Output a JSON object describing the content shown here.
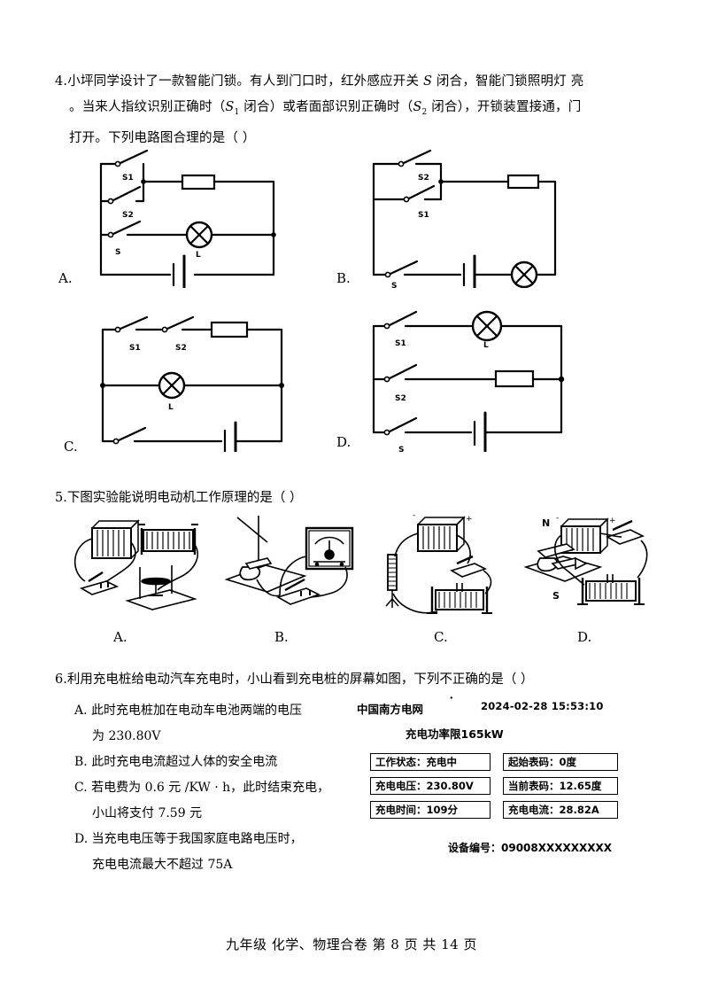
{
  "q4": {
    "number": "4.",
    "line1_a": "小坪同学设计了一款智能门锁。有人到门口时，红外感应开关 ",
    "line1_var": "S",
    "line1_b": " 闭合，智能门锁照明灯 亮",
    "line2_a": "。当来人指纹识别正确时（",
    "line2_v1": "S",
    "line2_v1sub": "1",
    "line2_b": " 闭合）或者面部识别正确时（",
    "line2_v2": "S",
    "line2_v2sub": "2",
    "line2_c": " 闭合），开锁装置接通，门",
    "line3": "打开。下列电路图合理的是（      ）",
    "options": [
      {
        "label": "A.",
        "switches": [
          "S1",
          "S2",
          "S"
        ],
        "lamp": "L"
      },
      {
        "label": "B.",
        "switches": [
          "S2",
          "S1",
          "S"
        ],
        "lamp": "L"
      },
      {
        "label": "C.",
        "switches": [
          "S1",
          "S2",
          "S"
        ],
        "lamp": "L"
      },
      {
        "label": "D.",
        "switches": [
          "S1",
          "S2",
          "S"
        ],
        "lamp": "L"
      }
    ]
  },
  "q5": {
    "number": "5.",
    "text": "下图实验能说明电动机工作原理的是（      ）",
    "options": [
      {
        "label": "A."
      },
      {
        "label": "B."
      },
      {
        "label": "C.",
        "plus": "+",
        "minus": "-"
      },
      {
        "label": "D.",
        "plus": "+",
        "minus": "-",
        "pole_n": "N",
        "pole_s": "S"
      }
    ]
  },
  "q6": {
    "number": "6.",
    "text_a": "利用充电桩给电动汽车充电时，小山看到充电桩的屏幕如图，下列",
    "text_emph": "不正确",
    "text_b": "的是（      ）",
    "options": [
      {
        "label": "A.",
        "line1": "此时充电桩加在电动车电池两端的电压",
        "line2": "为 230.80V"
      },
      {
        "label": "B.",
        "line1": "此时充电电流超过人体的安全电流",
        "line2": ""
      },
      {
        "label": "C.",
        "line1": "若电费为 0.6 元 /KW · h，此时结束充电，",
        "line2": "小山将支付 7.59 元"
      },
      {
        "label": "D.",
        "line1": "当充电电压等于我国家庭电路电压时，",
        "line2": "充电电流最大不超过 75A"
      }
    ]
  },
  "screen": {
    "brand": "中国南方电网",
    "timestamp": "2024-02-28  15:53:10",
    "power_limit": "充电功率限165kW",
    "fields": [
      {
        "label": "工作状态：",
        "value": "充电中"
      },
      {
        "label": "起始表码：",
        "value": "0度"
      },
      {
        "label": "充电电压：",
        "value": "230.80V"
      },
      {
        "label": "当前表码：",
        "value": "12.65度"
      },
      {
        "label": "充电时间：",
        "value": "109分"
      },
      {
        "label": "充电电流：",
        "value": "28.82A"
      }
    ],
    "device_no": "设备编号：09008XXXXXXXXX"
  },
  "footer": {
    "text": "九年级   化学、物理合卷   第 8 页  共 14 页"
  }
}
